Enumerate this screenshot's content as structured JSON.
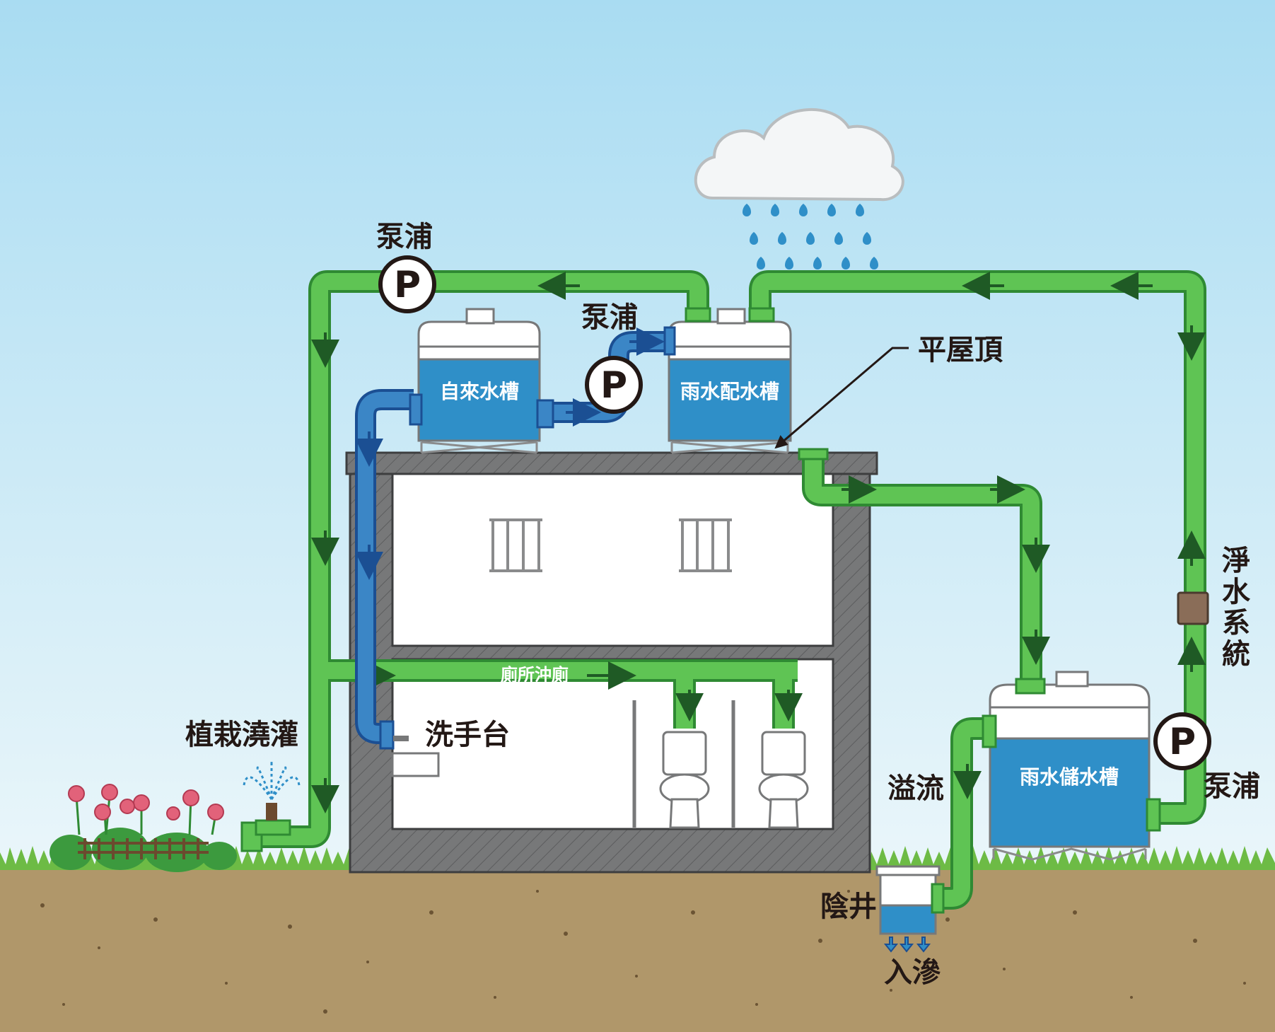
{
  "labels": {
    "pump_top": "泵浦",
    "pump_mid": "泵浦",
    "pump_right": "泵浦",
    "tap_tank": "自來水槽",
    "rain_supply_tank": "雨水配水槽",
    "rain_storage_tank": "雨水儲水槽",
    "flat_roof": "平屋頂",
    "toilet_flush": "廁所沖廁",
    "wash_basin": "洗手台",
    "plant_irrigation": "植栽澆灌",
    "overflow": "溢流",
    "manhole": "陰井",
    "infiltration": "入滲",
    "filter_system": "淨水系統"
  },
  "pump_symbol": "P",
  "colors": {
    "sky_top": "#a9dcf2",
    "sky_bottom": "#e6f4f9",
    "soil": "#b0976a",
    "grass": "#6dbb45",
    "green_pipe": "#5fc454",
    "green_pipe_dark": "#2f8a33",
    "blue_water": "#2f8fc8",
    "blue_pipe": "#3b86c6",
    "wall": "#777879",
    "arrow_dark": "#1f5a25"
  }
}
